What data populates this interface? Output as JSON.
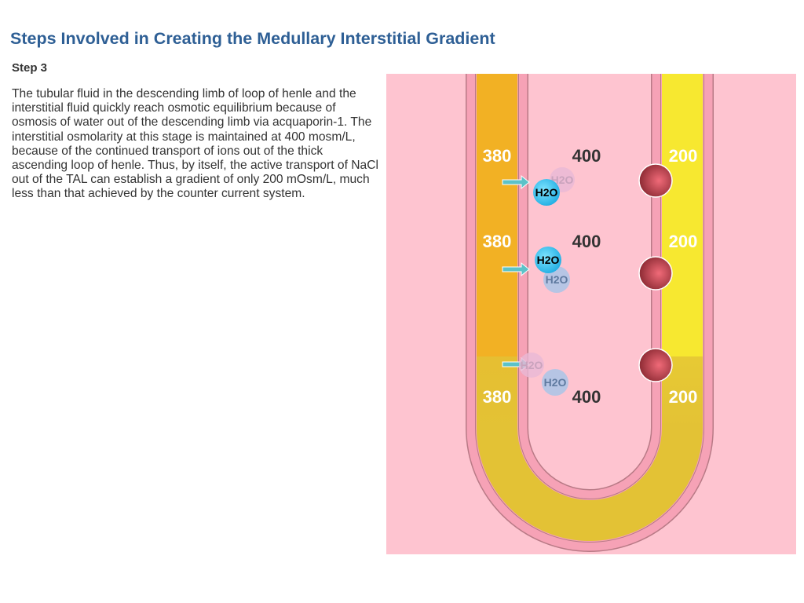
{
  "title": "Steps Involved in Creating the Medullary Interstitial Gradient",
  "step": "Step 3",
  "description": "The tubular fluid in the descending limb of loop of henle and the interstitial fluid quickly reach osmotic equilibrium because of osmosis of water out of the descending limb via acquaporin-1. The interstitial osmolarity at this stage is maintained at 400 mosm/L, because of the continued transport of ions out of the thick ascending loop of henle. Thus, by itself, the active transport of NaCl out of the TAL can establish a gradient of only 200 mOsm/L, much less than that achieved by the counter current system.",
  "diagram": {
    "descending": [
      "380",
      "380",
      "380"
    ],
    "interstitium": [
      "400",
      "400",
      "400"
    ],
    "ascending": [
      "200",
      "200",
      "200"
    ],
    "water_label": "H2O",
    "colors": {
      "background": "#fec4d0",
      "descending": "#f2b124",
      "ascending": "#f7e830",
      "bottom": "#e3c235",
      "pump": "#b2404a",
      "water": "#29c3f2"
    }
  }
}
